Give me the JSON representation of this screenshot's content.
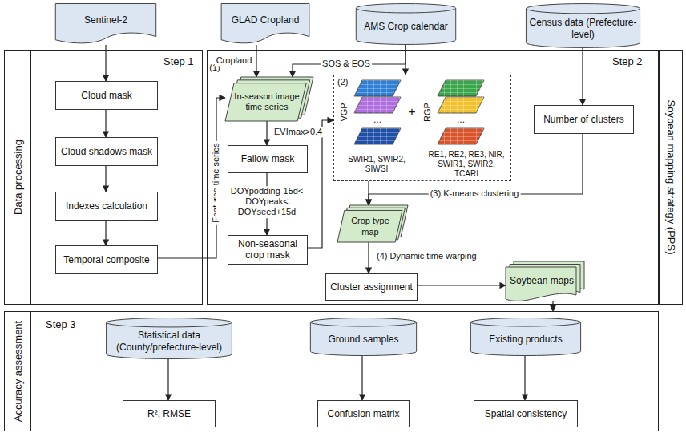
{
  "diagram": {
    "nodes": [
      {
        "text": [
          "Sentinel-2"
        ]
      },
      {
        "text": [
          "GLAD Cropland"
        ]
      },
      {
        "text": [
          "AMS Crop calendar"
        ]
      },
      {
        "text": [
          "Census data (Prefecture-level)"
        ]
      },
      {
        "text": [
          "Data processing"
        ]
      },
      {
        "text": [
          "Step 1"
        ]
      },
      {
        "text": [
          "Cloud mask"
        ],
        "in": 5
      },
      {
        "text": [
          "Cloud shadows mask"
        ],
        "in": 5
      },
      {
        "text": [
          "Indexes calculation"
        ],
        "in": 5
      },
      {
        "text": [
          "Temporal composite"
        ],
        "in": 5
      },
      {
        "text": [
          "Step 2"
        ]
      },
      {
        "text": [
          "In-season image time series"
        ],
        "in": 10
      },
      {
        "text": [
          "Fallow mask"
        ],
        "in": 10
      },
      {
        "text": [
          "Non-seasonal crop mask"
        ],
        "in": 10
      },
      {
        "text": [
          "(2)"
        ],
        "in": 10
      },
      {
        "text": [
          "Number of clusters"
        ],
        "in": 10
      },
      {
        "text": [
          "Crop type map"
        ],
        "in": 10
      },
      {
        "text": [
          "Cluster assignment"
        ],
        "in": 10
      },
      {
        "text": [
          "Soybean maps"
        ],
        "in": 10
      },
      {
        "text": [
          "Soybean mapping strategy (PPS)"
        ]
      },
      {
        "text": [
          "Accuracy assessment"
        ]
      },
      {
        "text": [
          "Step 3"
        ]
      },
      {
        "text": [
          "Statistical data (County/prefecture-level)"
        ],
        "in": 21
      },
      {
        "text": [
          "Ground samples"
        ],
        "in": 21
      },
      {
        "text": [
          "Existing products"
        ],
        "in": 21
      },
      {
        "text": [
          "R², RMSE"
        ],
        "in": 21
      },
      {
        "text": [
          "Confusion matrix"
        ],
        "in": 21
      },
      {
        "text": [
          "Spatial consistency"
        ],
        "in": 21
      }
    ],
    "edges": [
      {
        "from": 0,
        "to": 6,
        "arrow": "to"
      },
      {
        "from": 6,
        "to": 7,
        "arrow": "to"
      },
      {
        "from": 7,
        "to": 8,
        "arrow": "to"
      },
      {
        "from": 8,
        "to": 9,
        "arrow": "to"
      },
      {
        "from": 9,
        "to": 11,
        "label": "Features time series",
        "arrow": "to"
      },
      {
        "from": 1,
        "to": 11,
        "label": "Cropland",
        "arrow": "to"
      },
      {
        "from": 2,
        "to": 11,
        "label": "SOS & EOS",
        "arrow": "to"
      },
      {
        "from": 2,
        "to": 14,
        "arrow": "to"
      },
      {
        "from": 11,
        "to": 12,
        "label": "EVImax>0.4",
        "arrow": "to"
      },
      {
        "from": 12,
        "to": 13,
        "label": "DOYpodding-15d< DOYpeak< DOYseed+15d",
        "arrow": "to"
      },
      {
        "from": 13,
        "to": 14,
        "arrow": "to"
      },
      {
        "from": 3,
        "to": 15,
        "arrow": "to"
      },
      {
        "from": 14,
        "to": 16,
        "label": "(3) K-means clustering",
        "arrow": "to"
      },
      {
        "from": 15,
        "to": 16,
        "arrow": "to"
      },
      {
        "from": 16,
        "to": 17,
        "label": "(4) Dynamic time warping",
        "arrow": "to"
      },
      {
        "from": 17,
        "to": 18,
        "arrow": "to"
      },
      {
        "from": 18,
        "to": 21,
        "arrow": "to"
      },
      {
        "from": 22,
        "to": 25,
        "arrow": "to"
      },
      {
        "from": 23,
        "to": 26,
        "arrow": "to"
      },
      {
        "from": 24,
        "to": 27,
        "arrow": "to"
      }
    ],
    "labels": [
      "(1)",
      "VGP",
      "...",
      "+",
      "RGP",
      "...",
      "SWIR1, SWIR2, SIWSI",
      "RE1, RE2, RE3, NIR, SWIR1, SWIR2, TCARI"
    ]
  }
}
